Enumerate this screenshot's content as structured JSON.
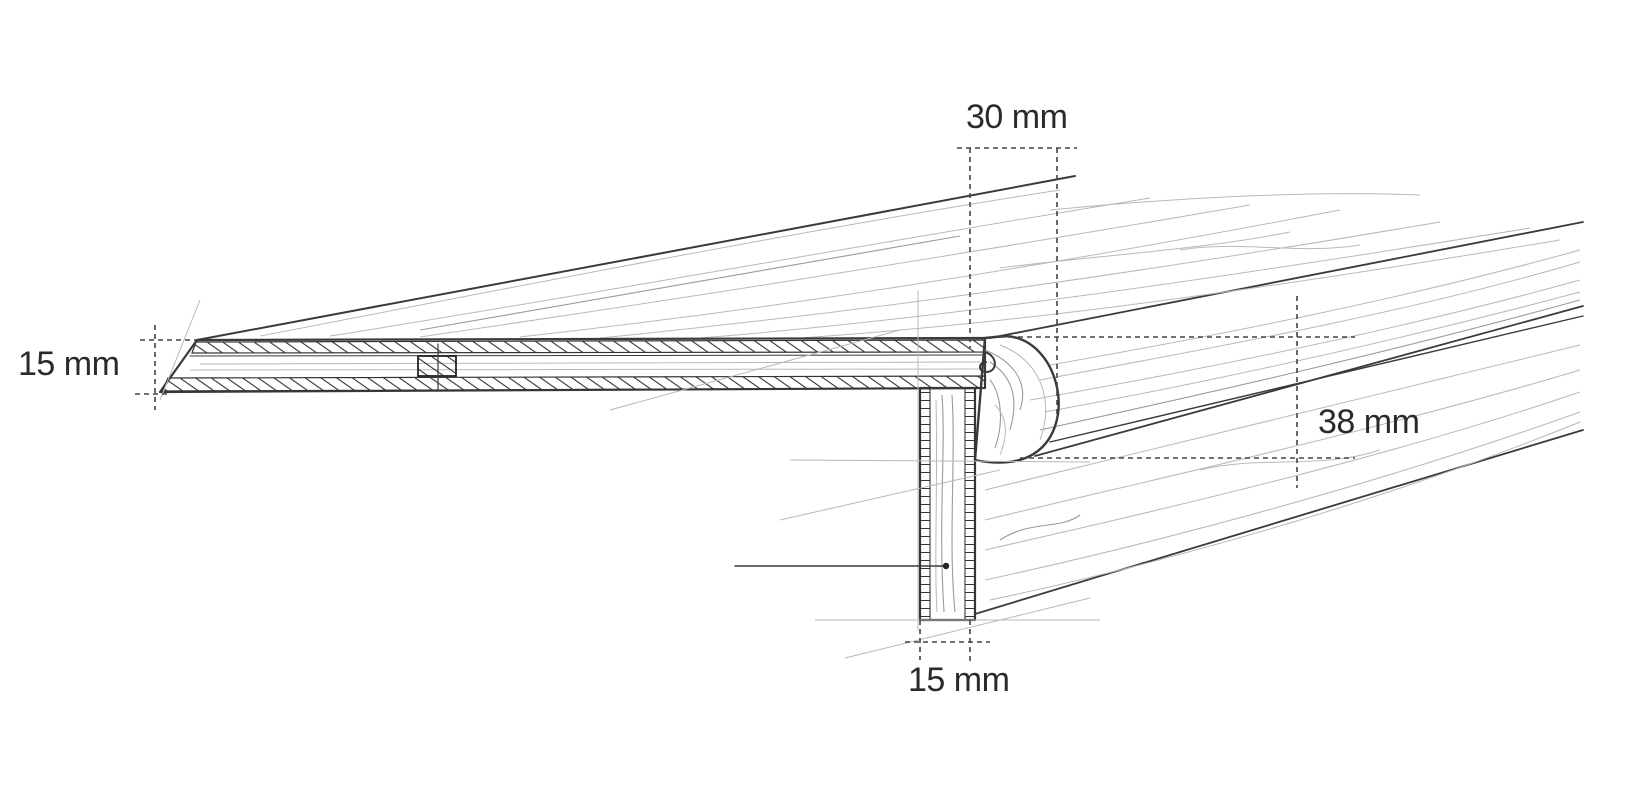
{
  "dimensions": {
    "top_width": "30 mm",
    "tread_thickness": "15 mm",
    "nosing_height": "38 mm",
    "riser_thickness": "15 mm"
  },
  "colors": {
    "pencil": "#3a3a3a",
    "grain": "#b8b8b8",
    "background": "#ffffff"
  }
}
